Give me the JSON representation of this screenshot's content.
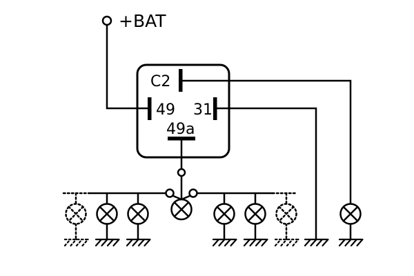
{
  "diagram": {
    "labels": {
      "battery": "+BAT",
      "terminal_c2": "C2",
      "terminal_49": "49",
      "terminal_31": "31",
      "terminal_49a": "49a"
    },
    "colors": {
      "line": "#000000",
      "background": "#ffffff"
    },
    "symbols": {
      "lamp_icon": "circle with diagonal cross",
      "ground_icon": "horizontal bar with diagonal hatching",
      "battery_connector_icon": "small open circle",
      "connector_junction_icon": "small open circle on wire",
      "switch_contact_icon": "small open circle",
      "optional_circuit_style": "dotted outline"
    }
  }
}
